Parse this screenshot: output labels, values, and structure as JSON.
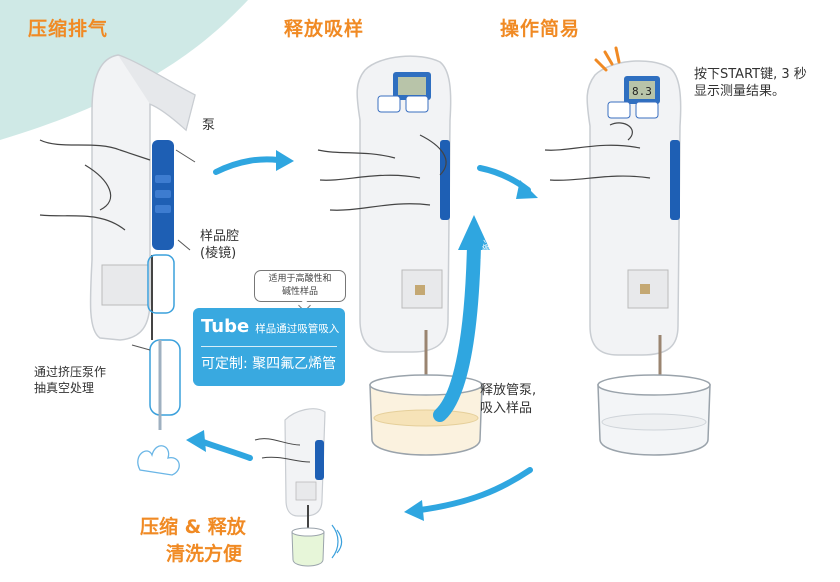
{
  "headings": {
    "compress": "压缩排气",
    "release": "释放吸样",
    "simple": "操作简易",
    "bottom_line1": "压缩 & 释放",
    "bottom_line2": "清洗方便"
  },
  "labels": {
    "pump": "泵",
    "chamber_line1": "样品腔",
    "chamber_line2": "(棱镜)",
    "vacuum_line1": "通过挤压泵作",
    "vacuum_line2": "抽真空处理",
    "release_line1": "释放管泵,",
    "release_line2": "吸入样品",
    "start_line1": "按下START键, 3 秒",
    "start_line2": "显示测量结果。",
    "flow_vertical": "入管待样"
  },
  "callout": {
    "line1": "适用于高酸性和",
    "line2": "碱性样品"
  },
  "tube_box": {
    "title": "Tube",
    "description": "样品通过吸管吸入",
    "custom": "可定制: 聚四氟乙烯管"
  },
  "colors": {
    "accent_orange": "#f08a24",
    "tube_blue": "#39a9e0",
    "arrow_blue": "#2fa6e0",
    "corner_teal": "#cfe9e6"
  }
}
